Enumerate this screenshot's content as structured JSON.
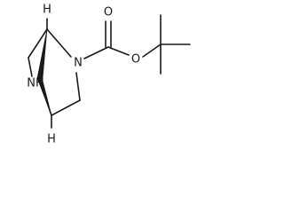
{
  "atoms": {
    "h_top": "H",
    "n_ring": "N",
    "nh_ring": "NH",
    "h_bottom": "H",
    "o_carbonyl": "O",
    "o_ester": "O"
  },
  "colors": {
    "ink": "#1a1a1a",
    "background": "#ffffff"
  }
}
